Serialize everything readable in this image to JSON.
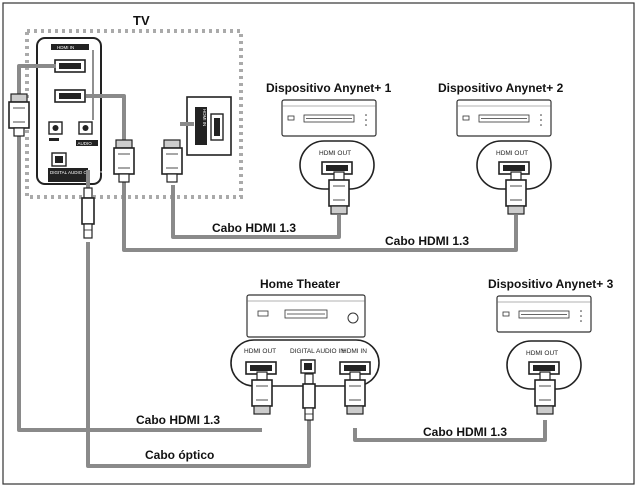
{
  "labels": {
    "tv": "TV",
    "device1": "Dispositivo Anynet+ 1",
    "device2": "Dispositivo Anynet+ 2",
    "device3": "Dispositivo Anynet+ 3",
    "home_theater": "Home Theater",
    "cable_hdmi_a": "Cabo HDMI 1.3",
    "cable_hdmi_b": "Cabo HDMI 1.3",
    "cable_hdmi_c": "Cabo HDMI 1.3",
    "cable_hdmi_d": "Cabo HDMI 1.3",
    "cable_optical": "Cabo óptico"
  },
  "ports": {
    "tv_hdmi_in": "HDMI IN",
    "tv_audio": "AUDIO",
    "tv_digital_audio_out": "DIGITAL AUDIO OUT (OPTICAL)",
    "tv_side_hdmi": "HDMI IN",
    "device1_out": "HDMI OUT",
    "device2_out": "HDMI OUT",
    "device3_out": "HDMI OUT",
    "ht_hdmi_out": "HDMI OUT",
    "ht_digital_audio_in": "DIGITAL AUDIO IN",
    "ht_hdmi_in": "HDMI IN"
  }
}
